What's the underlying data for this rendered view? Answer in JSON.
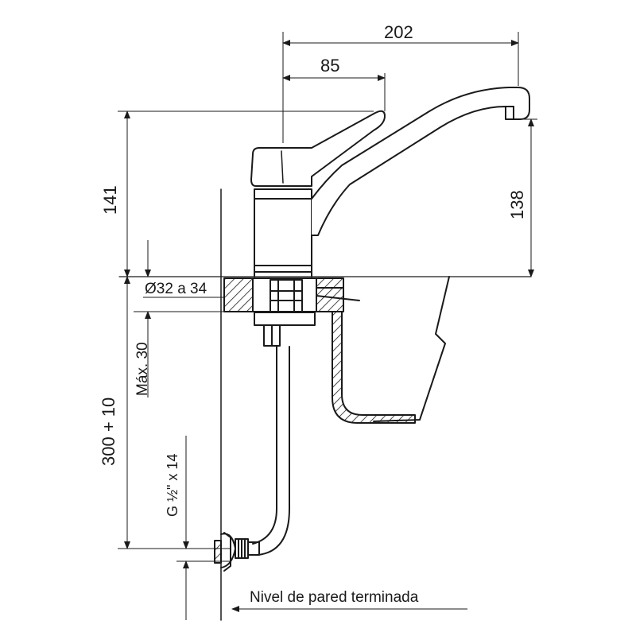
{
  "dimensions": {
    "overall_reach": "202",
    "lever_reach": "85",
    "height_from_deck": "141",
    "spout_height": "138",
    "hole_diameter": "Ø32 a 34",
    "max_deck_thickness": "Máx. 30",
    "hose_length": "300 + 10",
    "thread": "G ½\" x 14"
  },
  "wall_label": "Nivel de pared terminada",
  "colors": {
    "line": "#1a1a1a",
    "background": "#ffffff"
  }
}
